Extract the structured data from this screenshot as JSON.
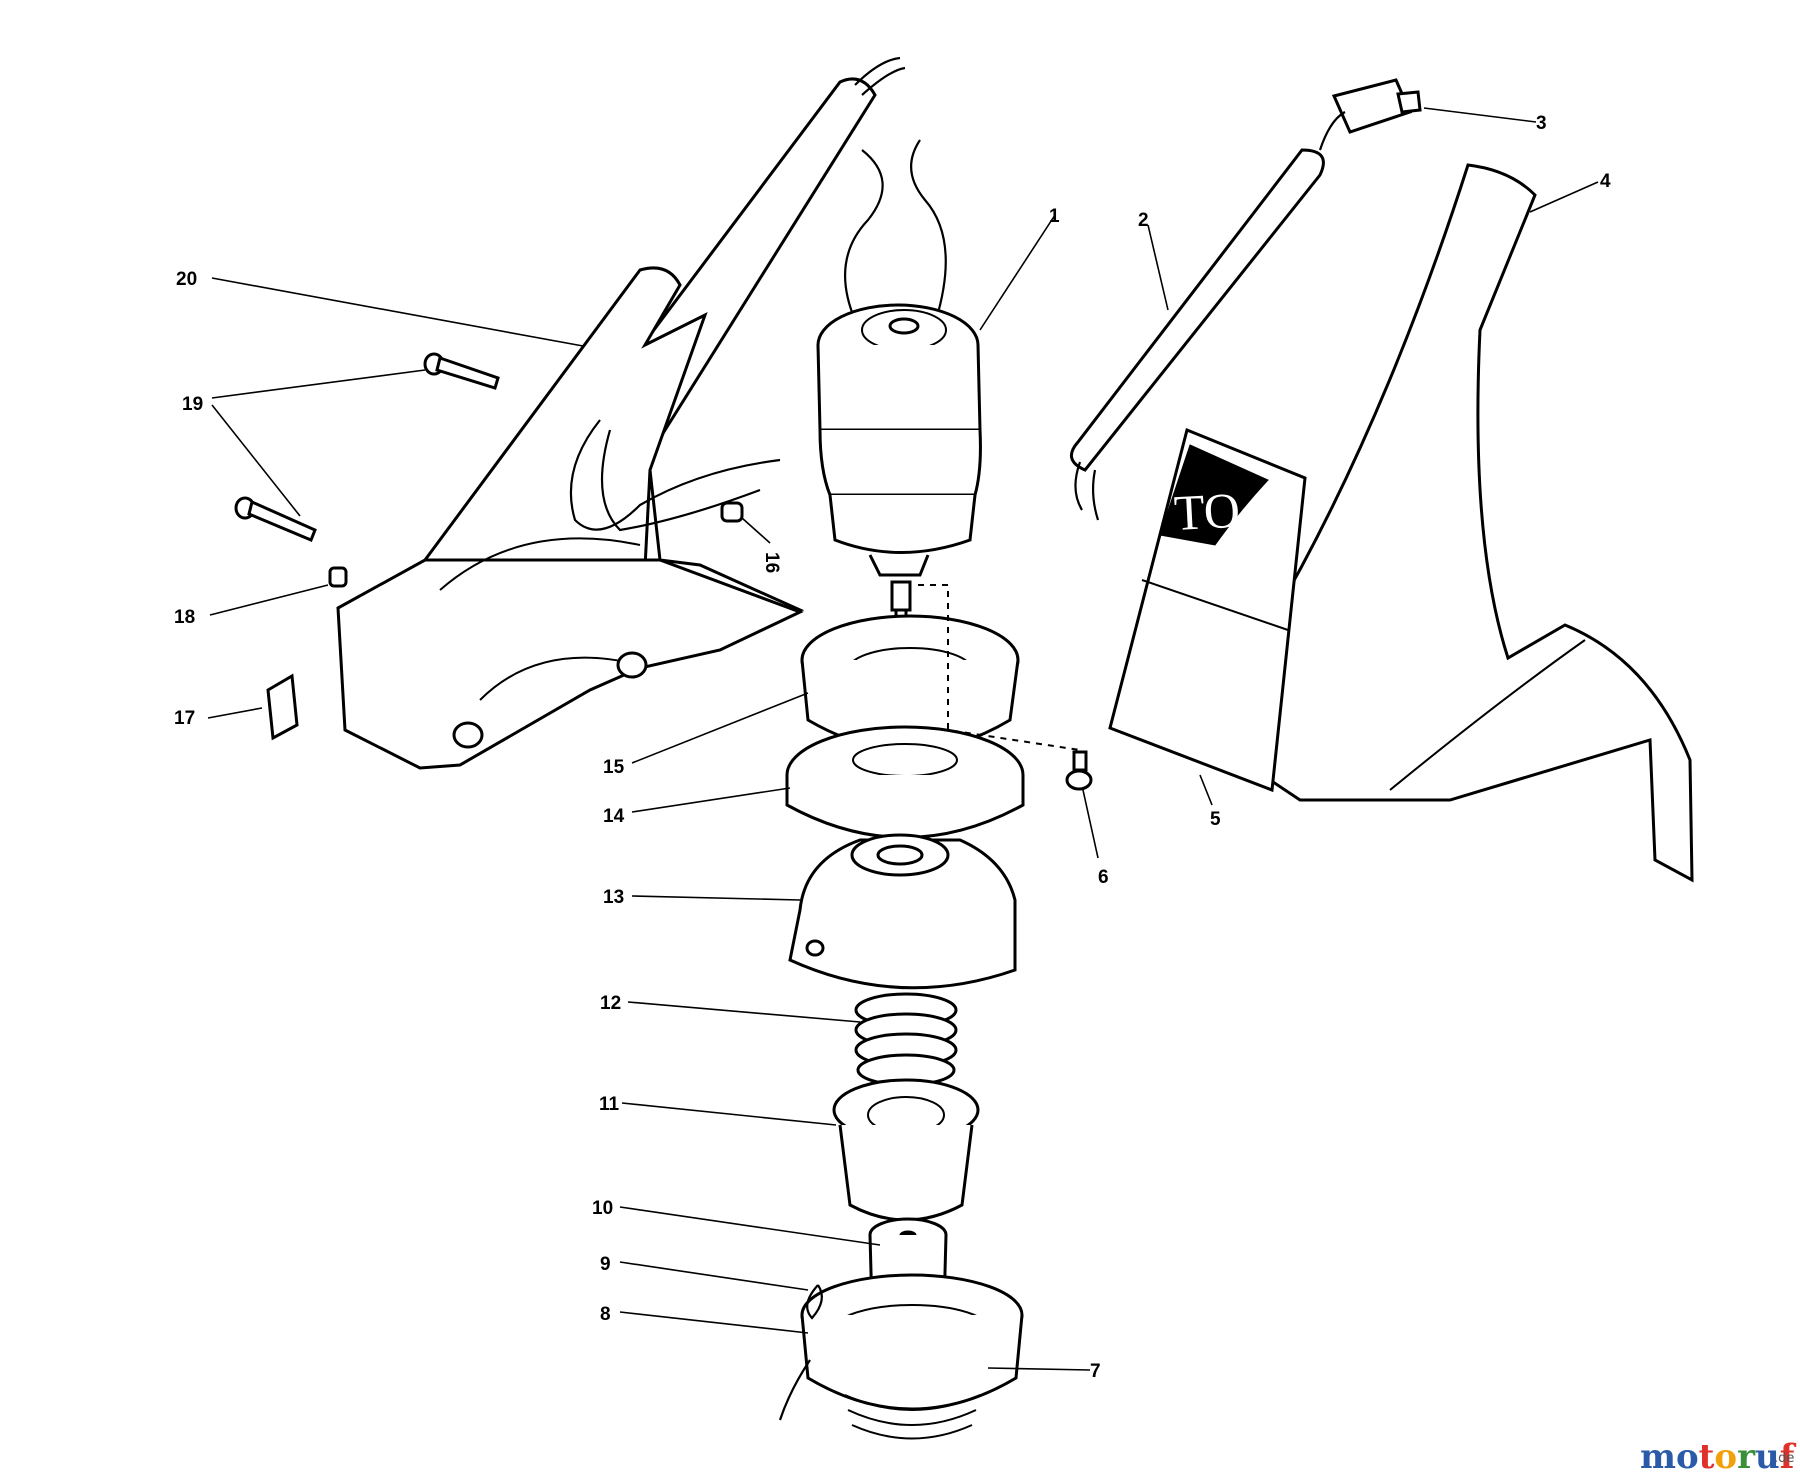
{
  "callouts": [
    "1",
    "2",
    "3",
    "4",
    "5",
    "6",
    "7",
    "8",
    "9",
    "10",
    "11",
    "12",
    "13",
    "14",
    "15",
    "16",
    "17",
    "18",
    "19",
    "20"
  ],
  "decal_text": "TO",
  "watermark": {
    "letters": [
      "m",
      "o",
      "t",
      "o",
      "r",
      "u",
      "f"
    ],
    "letter_colors": [
      "#2b5aa8",
      "#2b5aa8",
      "#e0302a",
      "#f2a10a",
      "#3a8f3a",
      "#2b5aa8",
      "#e0302a"
    ],
    "tld": ".de"
  }
}
